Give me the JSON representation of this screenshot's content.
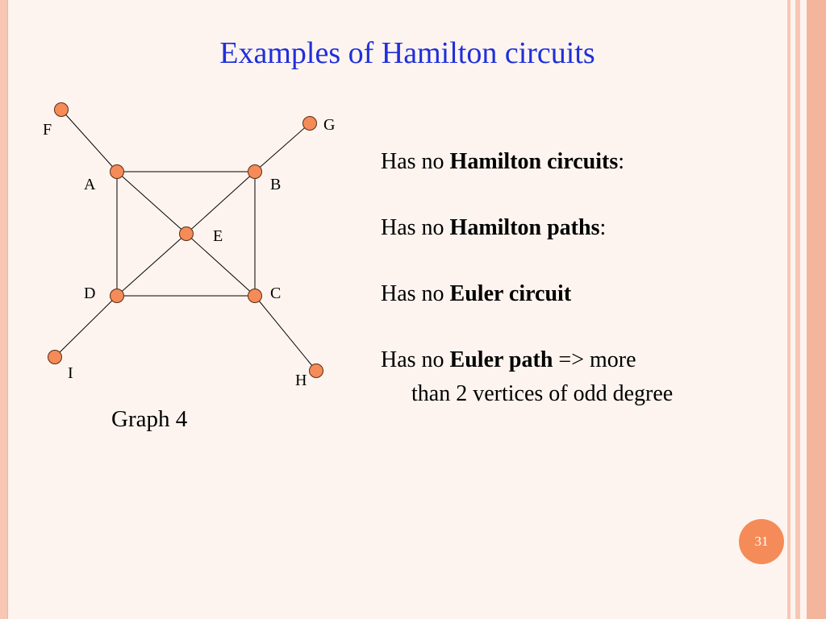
{
  "title": "Examples of Hamilton circuits",
  "graph": {
    "caption": "Graph 4",
    "vertices": [
      {
        "id": "A",
        "label": "A"
      },
      {
        "id": "B",
        "label": "B"
      },
      {
        "id": "C",
        "label": "C"
      },
      {
        "id": "D",
        "label": "D"
      },
      {
        "id": "E",
        "label": "E"
      },
      {
        "id": "F",
        "label": "F"
      },
      {
        "id": "G",
        "label": "G"
      },
      {
        "id": "H",
        "label": "H"
      },
      {
        "id": "I",
        "label": "I"
      }
    ],
    "edges": [
      [
        "A",
        "B"
      ],
      [
        "B",
        "C"
      ],
      [
        "C",
        "D"
      ],
      [
        "D",
        "A"
      ],
      [
        "A",
        "E"
      ],
      [
        "E",
        "C"
      ],
      [
        "B",
        "E"
      ],
      [
        "E",
        "D"
      ],
      [
        "A",
        "F"
      ],
      [
        "B",
        "G"
      ],
      [
        "C",
        "H"
      ],
      [
        "D",
        "I"
      ]
    ],
    "vertex_color": "#f58b58"
  },
  "facts": [
    {
      "prefix": "Has no ",
      "bold": "Hamilton circuits",
      "suffix": ":",
      "cont": ""
    },
    {
      "prefix": "Has no ",
      "bold": "Hamilton paths",
      "suffix": ":",
      "cont": ""
    },
    {
      "prefix": "Has no ",
      "bold": "Euler circuit",
      "suffix": "",
      "cont": ""
    },
    {
      "prefix": "Has no ",
      "bold": "Euler path",
      "suffix": " => more",
      "cont": "than 2 vertices of odd degree"
    }
  ],
  "page_number": "31",
  "colors": {
    "title": "#1f2fdb",
    "frame": "#f7c7b4",
    "background": "#fdf4ef",
    "badge": "#f58b58"
  }
}
